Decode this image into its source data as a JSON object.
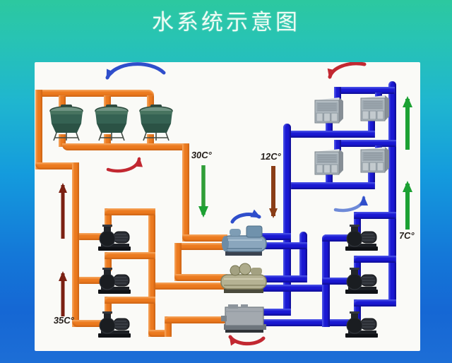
{
  "title": "水系统示意图",
  "labels": {
    "t30": "30C°",
    "t12": "12C°",
    "t35": "35C°",
    "t7": "7C°"
  },
  "equipment": {
    "cooling_towers": {
      "type": "cooling-tower",
      "count": 3
    },
    "air_handling_units": {
      "type": "air-handling-unit",
      "count": 4
    },
    "chillers": {
      "type": "water-cooled-chiller",
      "count": 3
    },
    "condenser_water_pumps": {
      "type": "pump",
      "count": 3
    },
    "chilled_water_pumps": {
      "type": "pump",
      "count": 3
    }
  },
  "colors": {
    "condenser_water_pipe": "#ec7a1f",
    "chilled_water_pipe": "#1a18d2",
    "background_top": "#2cc89f",
    "background_bottom": "#1d6ed6",
    "panel": "#fafaf7",
    "arrow_red": "#c22831",
    "arrow_blue": "#2f4ecb",
    "arrow_green": "#1ca133",
    "arrow_maroon": "#7b2012",
    "arrow_brown": "#8a3d16"
  }
}
